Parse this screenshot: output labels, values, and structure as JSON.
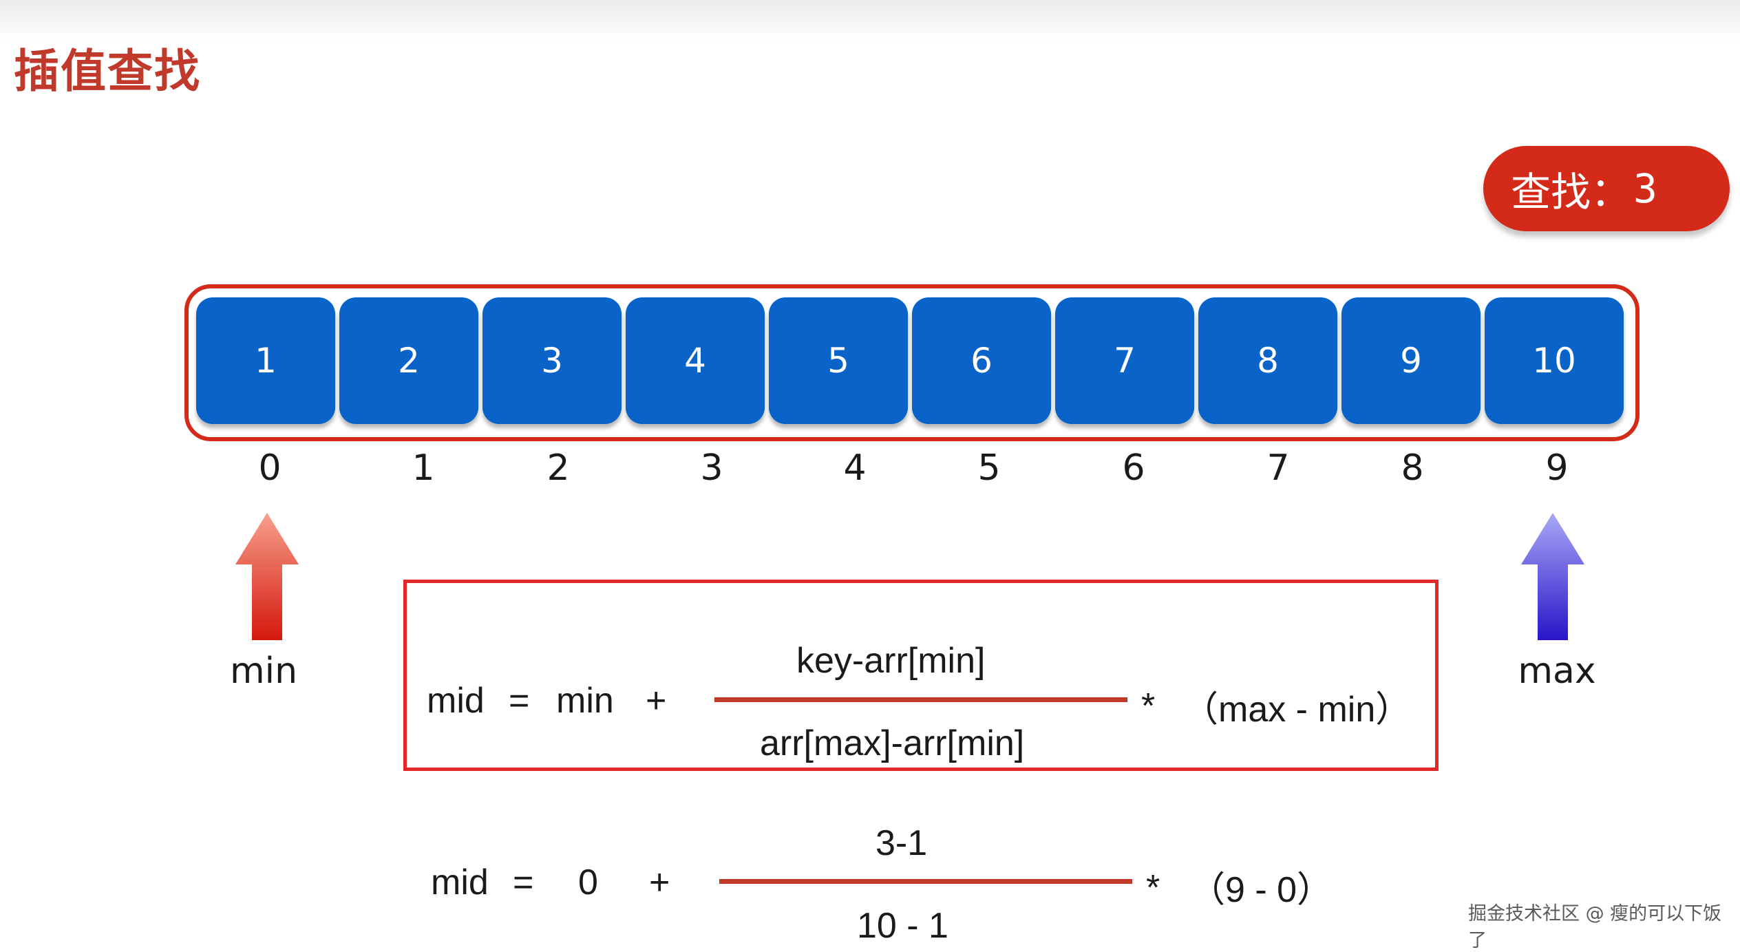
{
  "title": "插值查找",
  "search": {
    "label": "查找：",
    "value": "3"
  },
  "array": {
    "values": [
      "1",
      "2",
      "3",
      "4",
      "5",
      "6",
      "7",
      "8",
      "9",
      "10"
    ],
    "indices": [
      "0",
      "1",
      "2",
      "3",
      "4",
      "5",
      "6",
      "7",
      "8",
      "9"
    ]
  },
  "pointers": {
    "min_label": "min",
    "max_label": "max"
  },
  "formula": {
    "lhs": "mid",
    "eq": "=",
    "min": "min",
    "plus": "+",
    "numerator": "key-arr[min]",
    "denominator": "arr[max]-arr[min]",
    "times": "*",
    "range": "（max - min）"
  },
  "example": {
    "lhs": "mid",
    "eq": "=",
    "min": "0",
    "plus": "+",
    "numerator": "3-1",
    "denominator": "10 - 1",
    "times": "*",
    "range": "（9 - 0）"
  },
  "watermark": "掘金技术社区 @ 瘦的可以下饭了",
  "colors": {
    "accent_red": "#d42a1a",
    "cell_blue": "#0a63c8",
    "min_arrow": "#e8412a",
    "max_arrow": "#3a2fd8"
  }
}
